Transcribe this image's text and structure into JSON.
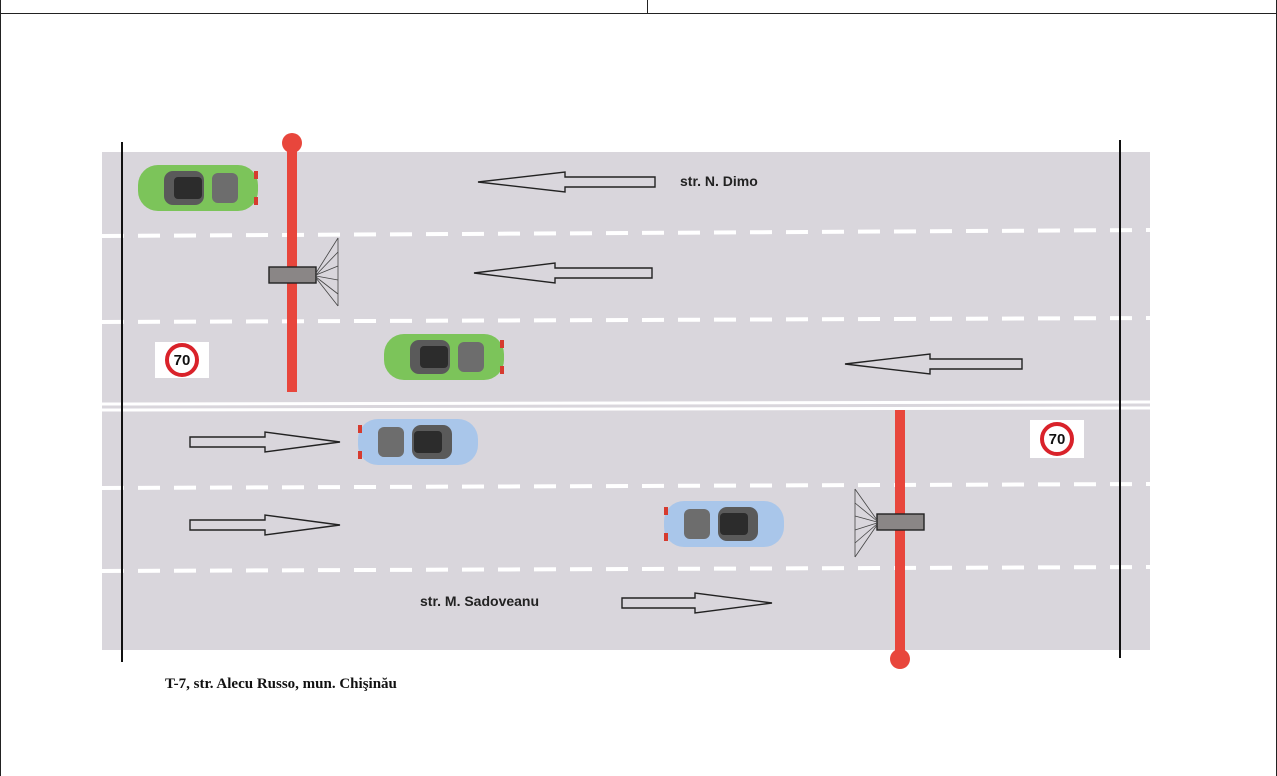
{
  "diagram": {
    "street_top": "str. N. Dimo",
    "street_bottom": "str. M. Sadoveanu",
    "caption": "T-7, str. Alecu Russo, mun. Chişinău",
    "speed_limit": "70",
    "colors": {
      "road": "#d9d6dc",
      "lane_marking": "#ffffff",
      "pole": "#e8463c",
      "camera_box": "#8a8686",
      "car_green": "#7cc45a",
      "car_blue": "#a9c6ea",
      "sign_ring": "#d9222a"
    }
  }
}
